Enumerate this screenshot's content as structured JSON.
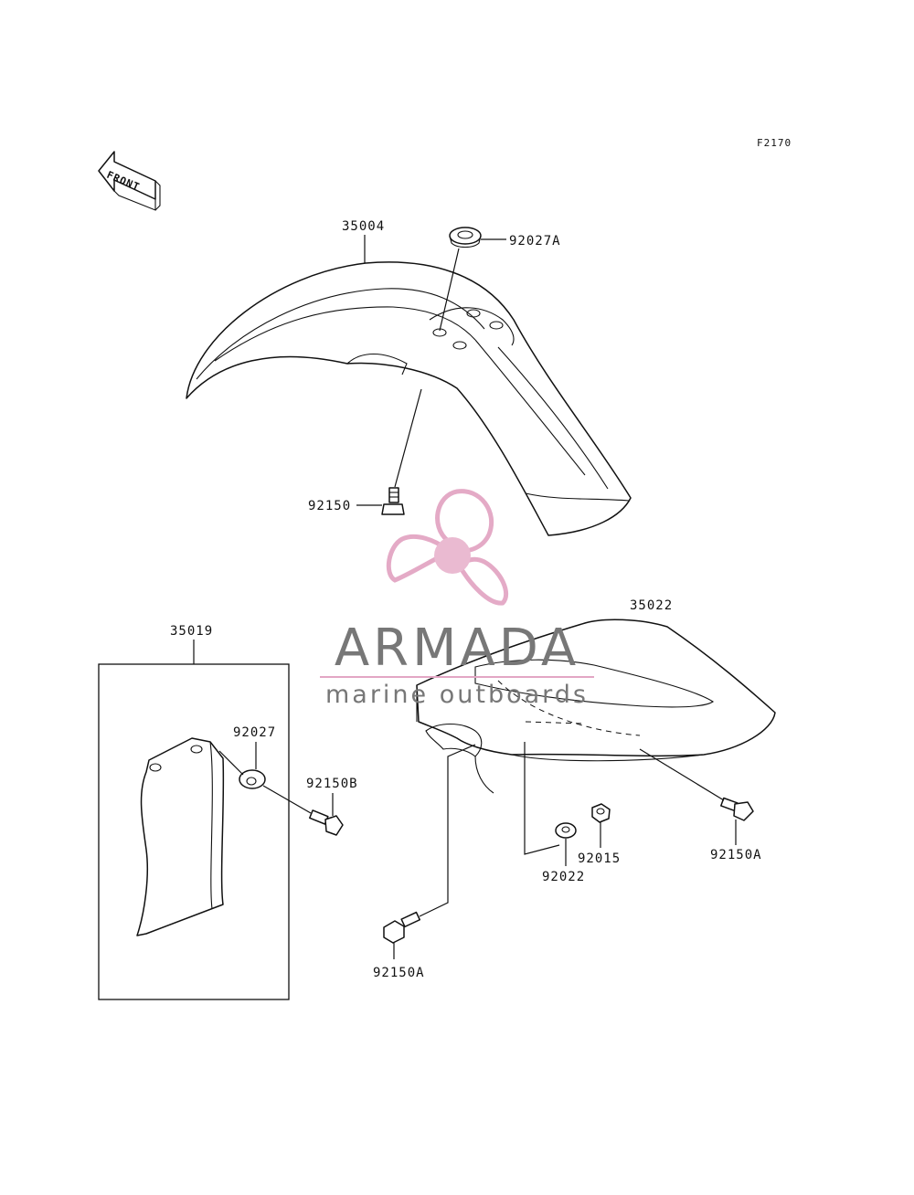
{
  "figure_code": "F2170",
  "front_label": "FRONT",
  "watermark": {
    "brand": "ARMADA",
    "tagline": "marine outboards",
    "colors": {
      "logo_pink": "#e3a6c4",
      "logo_center": "#e9b7cf",
      "text_gray": "#777777"
    }
  },
  "parts": {
    "front_fender": "35004",
    "front_fender_grommet": "92027A",
    "front_fender_bolt": "92150",
    "rear_fender": "35022",
    "number_plate": "35019",
    "plate_washer": "92027",
    "plate_bolt": "92150B",
    "rear_bolt_right": "92150A",
    "rear_bolt_lower": "92150A",
    "rear_collar": "92022",
    "rear_nut": "92015"
  }
}
